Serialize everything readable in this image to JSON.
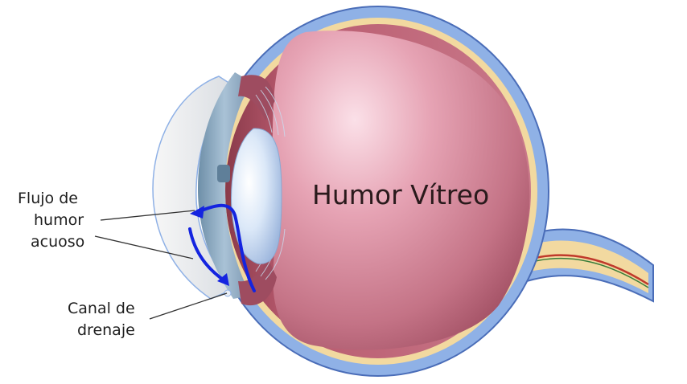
{
  "labels": {
    "vitreous": "Humor Vítreo",
    "aqueous_flow": [
      "Flujo de",
      "humor",
      "acuoso"
    ],
    "drainage_canal": [
      "Canal de",
      "drenaje"
    ]
  },
  "colors": {
    "sclera_blue": "#8fb1e6",
    "sclera_dark": "#4a6db8",
    "choroid_tan": "#f2d9a0",
    "retina_rose": "#b85a6e",
    "vitreous": "#c87a8c",
    "vitreous_highlight": "#f3c6d2",
    "lens": "#dde9f7",
    "cornea": "#eef0f2",
    "flow_arrow": "#1424e0",
    "optic_nerve_red": "#c0392b",
    "optic_nerve_green": "#3a7d3a"
  }
}
